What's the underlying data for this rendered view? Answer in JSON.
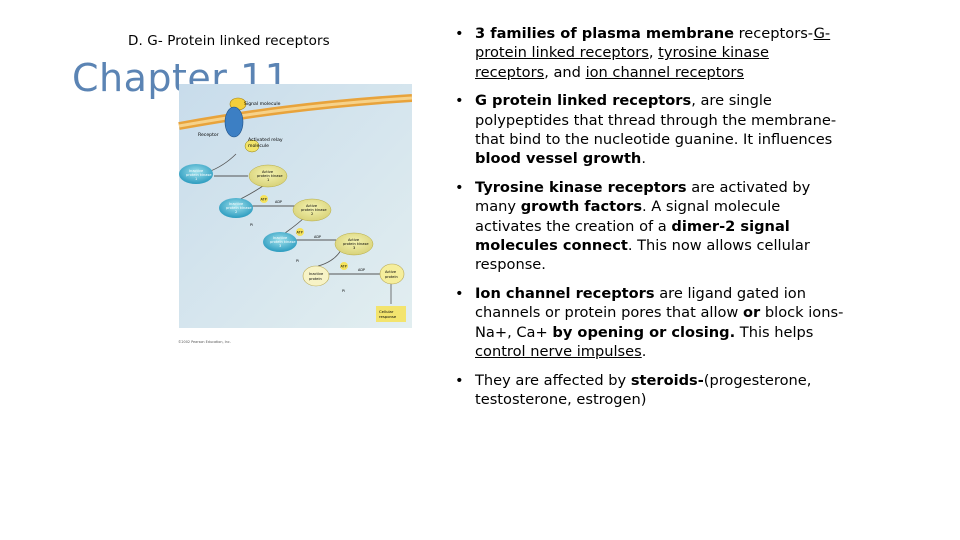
{
  "slide": {
    "subtitle": "D. G- Protein linked receptors",
    "title": "Chapter 11"
  },
  "figure": {
    "labels": {
      "signal": "Signal molecule",
      "receptor": "Receptor",
      "relay": "Activated relay",
      "relay2": "molecule",
      "inactive1a": "Inactive",
      "inactive1b": "protein kinase",
      "inactive1c": "1",
      "active1a": "Active",
      "active1b": "protein kinase",
      "active1c": "1",
      "inactive2a": "Inactive",
      "inactive2b": "protein kinase",
      "inactive2c": "2",
      "active2a": "Active",
      "active2b": "protein kinase",
      "active2c": "2",
      "inactive3a": "Inactive",
      "inactive3b": "protein kinase",
      "inactive3c": "3",
      "active3a": "Active",
      "active3b": "protein kinase",
      "active3c": "3",
      "inactiveP1": "Inactive",
      "inactiveP2": "protein",
      "activeP1": "Active",
      "activeP2": "protein",
      "atp": "ATP",
      "adp": "ADP",
      "p": "P",
      "pi": "Pi",
      "cellular1": "Cellular",
      "cellular2": "response",
      "copyright": "©2002 Pearson Education, Inc."
    }
  },
  "bullets": [
    {
      "parts": [
        {
          "t": "3 families of plasma membrane",
          "b": true
        },
        {
          "t": " receptors-"
        },
        {
          "t": "G-protein linked receptors",
          "u": true
        },
        {
          "t": ", "
        },
        {
          "t": "tyrosine kinase receptors",
          "u": true
        },
        {
          "t": ", and "
        },
        {
          "t": "ion channel receptors",
          "u": true
        }
      ]
    },
    {
      "parts": [
        {
          "t": "G protein linked receptors",
          "b": true
        },
        {
          "t": ", are single polypeptides that thread through the membrane- that bind to the nucleotide guanine. It influences "
        },
        {
          "t": "blood vessel growth",
          "b": true
        },
        {
          "t": "."
        }
      ]
    },
    {
      "parts": [
        {
          "t": "Tyrosine kinase receptors",
          "b": true
        },
        {
          "t": " are activated by many "
        },
        {
          "t": "growth factors",
          "b": true
        },
        {
          "t": ". A signal molecule activates the creation of a "
        },
        {
          "t": "dimer-2 signal molecules connect",
          "b": true
        },
        {
          "t": ". This now allows cellular response."
        }
      ]
    },
    {
      "parts": [
        {
          "t": "Ion channel receptors",
          "b": true
        },
        {
          "t": " are ligand gated ion channels or protein pores that allow "
        },
        {
          "t": "or",
          "b": true
        },
        {
          "t": " block ions- Na+, Ca+ "
        },
        {
          "t": "by opening or closing.",
          "b": true
        },
        {
          "t": " This helps "
        },
        {
          "t": "control nerve impulses",
          "u": true
        },
        {
          "t": "."
        }
      ]
    },
    {
      "parts": [
        {
          "t": "They are affected by "
        },
        {
          "t": "steroids-",
          "b": true
        },
        {
          "t": "(progesterone, testosterone, estrogen)"
        }
      ]
    }
  ]
}
